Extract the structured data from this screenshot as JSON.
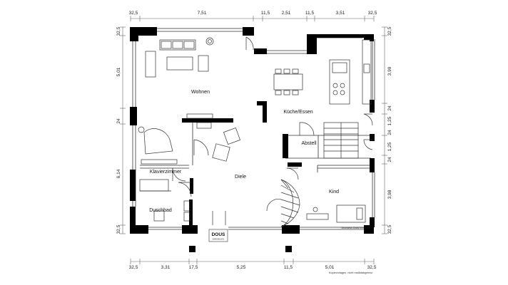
{
  "rooms": {
    "wohnen": "Wohnen",
    "kueche_essen": "Küche/Essen",
    "abstell": "Abstell",
    "klavierzimmer": "Klavierzimmer",
    "diele": "Diele",
    "kind": "Kind",
    "duschbad": "Duschbad"
  },
  "dimensions": {
    "top": [
      "32,5",
      "7,51",
      "11,5",
      "2,51",
      "11,5",
      "3,51",
      "32,5"
    ],
    "bottom": [
      "32,5",
      "3,31",
      "17,5",
      "5,25",
      "11,5",
      "5,01",
      "32,5"
    ],
    "left": [
      "32,5",
      "5,01",
      "24",
      "6,14",
      "32,5"
    ],
    "right": [
      "32,5",
      "3,99",
      "24",
      "1,25",
      "24",
      "1,25",
      "24",
      "3,98",
      "32,5"
    ]
  },
  "logo": {
    "line1": "DOUS",
    "line2": "IMMOBILIEN"
  },
  "small_labels": {
    "watermark": "Grundriss Dous Immobilien",
    "footnote": "Kopievorlagen, nicht maßstabgetreu"
  }
}
